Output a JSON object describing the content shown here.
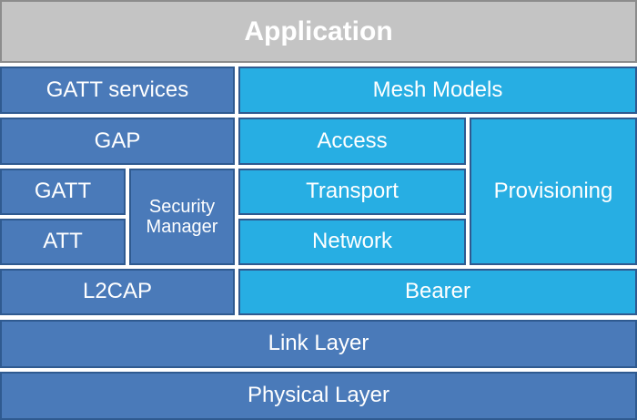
{
  "diagram": {
    "application": "Application",
    "gatt_services": "GATT services",
    "mesh_models": "Mesh Models",
    "gap": "GAP",
    "access": "Access",
    "gatt": "GATT",
    "att": "ATT",
    "security_manager_line1": "Security",
    "security_manager_line2": "Manager",
    "transport": "Transport",
    "network": "Network",
    "provisioning": "Provisioning",
    "l2cap": "L2CAP",
    "bearer": "Bearer",
    "link_layer": "Link Layer",
    "physical_layer": "Physical Layer"
  },
  "colors": {
    "application_fill": "#c4c4c4",
    "ble_fill": "#4a7ab9",
    "mesh_fill": "#27aee3",
    "text": "#ffffff"
  }
}
